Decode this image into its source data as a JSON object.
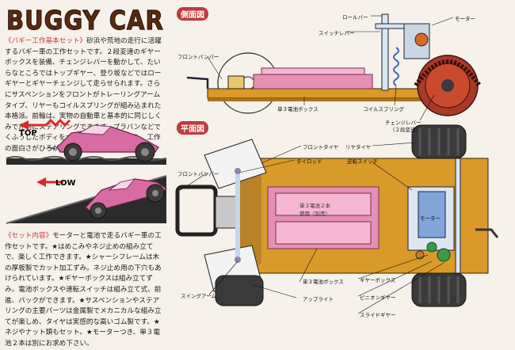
{
  "title": "BUGGY CAR",
  "intro": {
    "heading": "《バギー工作基本セット》",
    "body": "砂浜や荒地の走行に活躍するバギー車の工作セットです。２段変速のギヤーボックスを装備、チェンジレバーを動かして、たいらなところではトップギヤー、登り坂などではローギヤーとギヤーチェンジして走らせられます。さらにサスペンションをフロントがトレーリングアーム タイプ、リヤーもコイルスプリングが組み込まれた本格派。前輪は、実物の自動車と基本的に同じしくみで左右にステアリングできます。プラバンなどでくふうしたボディをつけて走らせてみるのも、工作の面白さがひろがります。"
  },
  "contents": {
    "heading": "《セット内容》",
    "body": "モーターと電池で走るバギー車の工作セットです。★はめこみやネジ止めの組み立てで、楽しく工作できます。★シャーシフレームは木の厚板製でカット加工ずみ。ネジ止め用の下穴もあけられています。★ギヤーボックスは組み立てずみ。電池ボックスや速転スイッチは組み立て式、前進、バックができます。★サスペンションやステアリングの主要パーツは金属製でメカニカルな組み立てが楽しめ、タイヤは実感的な高いゴム製です。★ネジやナット類もセット。★モーターつき、単３電池２本は別にお求め下さい。"
  },
  "illustrations": {
    "top_label": "TOP",
    "low_label": "LOW"
  },
  "side_view": {
    "heading": "側面図",
    "labels": {
      "roll_bar": "ロールバー",
      "switch_lever": "スイッチレバー",
      "motor": "モーター",
      "front_bumper": "フロントバンパー",
      "battery_box": "単３電池ボックス",
      "coil_spring": "コイルスプリング",
      "change_lever": "チェンジレバー",
      "change_lever_sub": "（２段変速）"
    }
  },
  "top_view": {
    "heading": "平面図",
    "labels": {
      "front_tire": "フロントタイヤ",
      "tie_rod": "タイロッド",
      "rear_tire": "リヤタイヤ",
      "reverse_switch": "逆転スイッチ",
      "front_bumper": "フロントバンパー",
      "battery_text_1": "単３電池２本",
      "battery_text_2": "使用（別売）",
      "motor": "モーター",
      "swing_arm": "スイングアーム",
      "battery_box": "単３電池ボックス",
      "gear_box": "ギヤーボックス",
      "upright": "アップライト",
      "pinion_gear": "ピニオンギヤー",
      "slide_gear": "スライドギヤー"
    }
  }
}
